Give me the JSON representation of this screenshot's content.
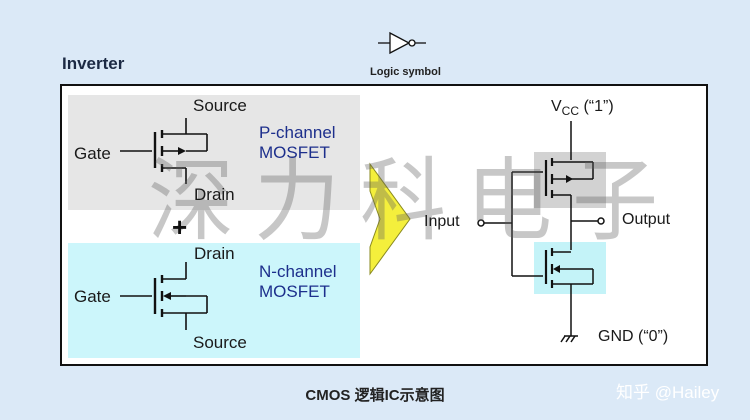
{
  "title": "Inverter",
  "logic_symbol_label": "Logic symbol",
  "left_panel": {
    "p_source": "Source",
    "p_gate": "Gate",
    "p_drain": "Drain",
    "p_type": "P-channel",
    "p_type2": "MOSFET",
    "plus": "+",
    "n_drain": "Drain",
    "n_gate": "Gate",
    "n_source": "Source",
    "n_type": "N-channel",
    "n_type2": "MOSFET"
  },
  "right_panel": {
    "vcc_main": "V",
    "vcc_sub": "CC",
    "vcc_value": " (“1”)",
    "input": "Input",
    "output": "Output",
    "gnd": "GND (“0”)"
  },
  "caption": "CMOS 逻辑IC示意图",
  "watermark_text": "深力科电子",
  "credit": "知乎 @Hailey",
  "colors": {
    "background": "#dbe9f7",
    "p_region": "#e6e6e6",
    "n_region": "#ccf6fb",
    "arrow": "#f4ef3c",
    "label_blue": "#1d2f8c"
  }
}
